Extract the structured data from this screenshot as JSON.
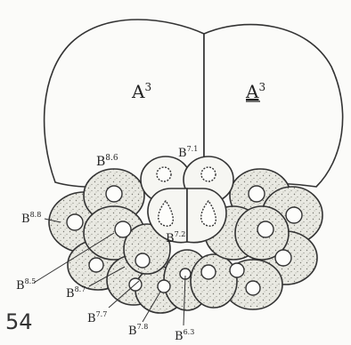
{
  "figure_number": "54",
  "labels": {
    "a3_left": {
      "base": "A",
      "sup": "3"
    },
    "a3_right": {
      "base": "A",
      "sup": "3"
    },
    "b86": {
      "base": "B",
      "sup": "8.6"
    },
    "b71": {
      "base": "B",
      "sup": "7.1"
    },
    "b88": {
      "base": "B",
      "sup": "8.8"
    },
    "b72": {
      "base": "B",
      "sup": "7.2"
    },
    "b85": {
      "base": "B",
      "sup": "8.5"
    },
    "b87": {
      "base": "B",
      "sup": "8.7"
    },
    "b77": {
      "base": "B",
      "sup": "7.7"
    },
    "b78": {
      "base": "B",
      "sup": "7.8"
    },
    "b63": {
      "base": "B",
      "sup": "6.3"
    }
  },
  "colors": {
    "ink": "#333333",
    "cell_fill": "#e9e9e2",
    "paper": "#fbfbf9",
    "nucleus": "#fdfdfb"
  }
}
